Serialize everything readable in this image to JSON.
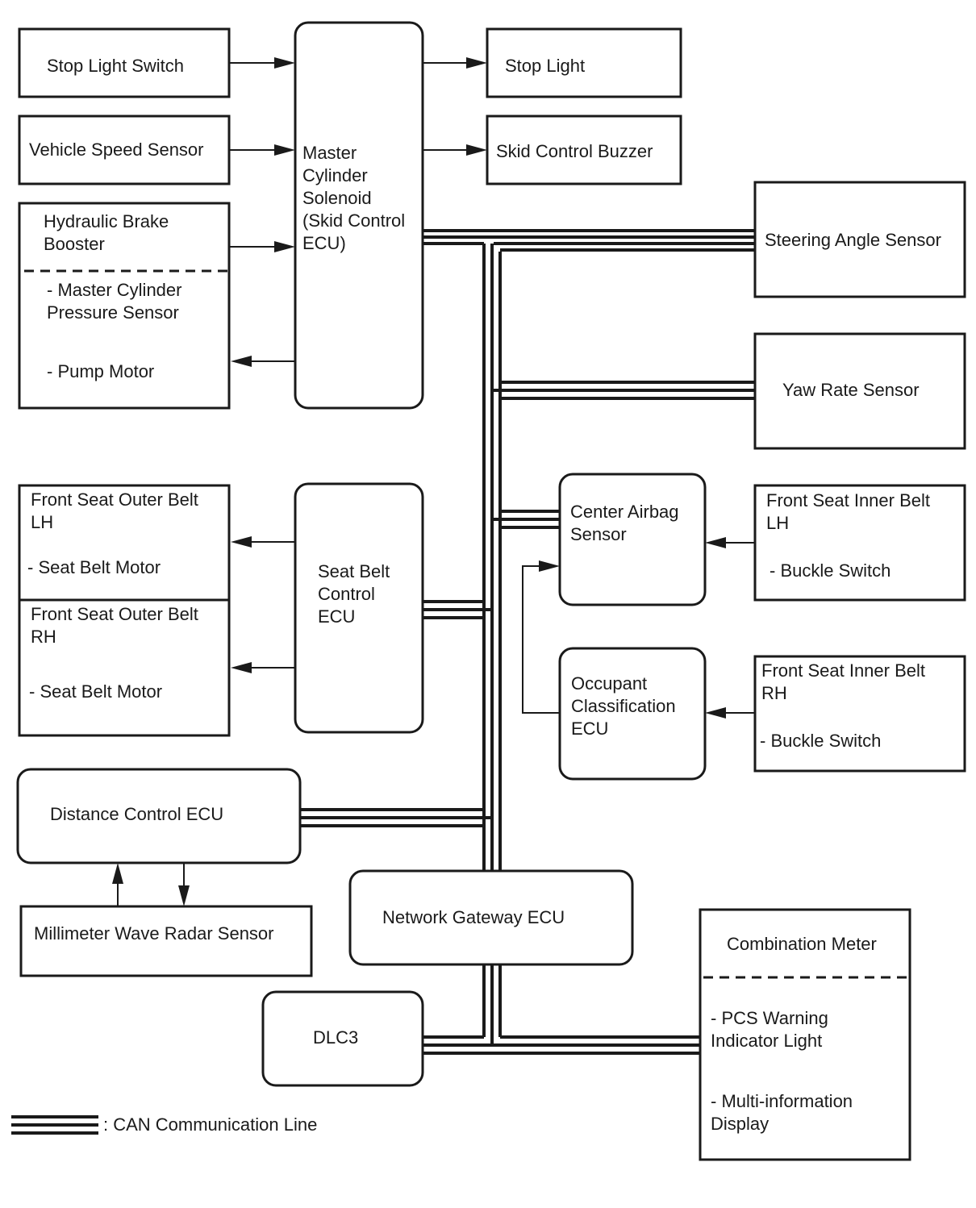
{
  "blocks": {
    "stop_light_switch": [
      "Stop Light Switch"
    ],
    "vehicle_speed_sensor": [
      "Vehicle Speed Sensor"
    ],
    "hydraulic_brake_booster": [
      "Hydraulic Brake",
      "Booster"
    ],
    "hydraulic_brake_booster_parts": [
      "- Master Cylinder",
      "Pressure Sensor",
      "- Pump Motor"
    ],
    "master_cylinder_solenoid": [
      "Master",
      "Cylinder",
      "Solenoid",
      "(Skid Control",
      "ECU)"
    ],
    "stop_light": [
      "Stop Light"
    ],
    "skid_control_buzzer": [
      "Skid Control Buzzer"
    ],
    "steering_angle_sensor": [
      "Steering Angle Sensor"
    ],
    "yaw_rate_sensor": [
      "Yaw Rate Sensor"
    ],
    "front_seat_outer_belt_lh": [
      "Front Seat Outer Belt",
      "LH",
      "- Seat Belt Motor"
    ],
    "front_seat_outer_belt_rh": [
      "Front Seat Outer Belt",
      "RH",
      "- Seat Belt Motor"
    ],
    "seat_belt_control_ecu": [
      "Seat Belt",
      "Control",
      "ECU"
    ],
    "center_airbag_sensor": [
      "Center Airbag",
      "Sensor"
    ],
    "front_seat_inner_belt_lh": [
      "Front Seat Inner Belt",
      "LH",
      "- Buckle Switch"
    ],
    "occupant_classification_ecu": [
      "Occupant",
      "Classification",
      "ECU"
    ],
    "front_seat_inner_belt_rh": [
      "Front Seat Inner Belt",
      "RH",
      "- Buckle Switch"
    ],
    "distance_control_ecu": [
      "Distance Control ECU"
    ],
    "millimeter_wave_radar_sensor": [
      "Millimeter Wave Radar Sensor"
    ],
    "network_gateway_ecu": [
      "Network Gateway ECU"
    ],
    "dlc3": [
      "DLC3"
    ],
    "combination_meter": [
      "Combination Meter"
    ],
    "combination_meter_parts": [
      "- PCS Warning",
      "Indicator Light",
      "- Multi-information",
      "Display"
    ]
  },
  "legend": {
    "can_line": ": CAN Communication Line"
  }
}
